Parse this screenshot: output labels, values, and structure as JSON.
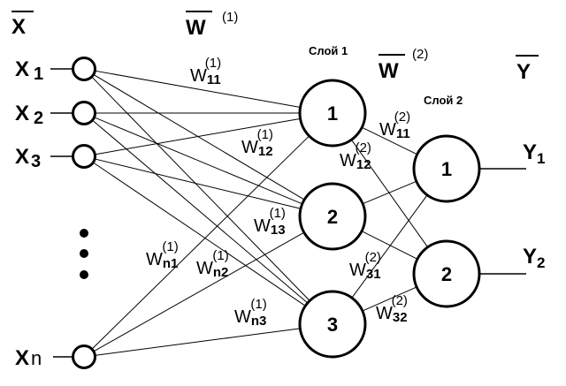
{
  "vectors": {
    "x_label": "X",
    "w1_label": "W",
    "w1_sup": "(1)",
    "w2_label": "W",
    "w2_sup": "(2)",
    "y_label": "Y"
  },
  "layers": {
    "layer1": "Слой 1",
    "layer2": "Слой 2"
  },
  "inputs": [
    {
      "name": "X",
      "index": "1"
    },
    {
      "name": "X",
      "index": "2"
    },
    {
      "name": "X",
      "index": "3"
    },
    {
      "name": "X",
      "index": "n"
    }
  ],
  "hidden_neurons": [
    "1",
    "2",
    "3"
  ],
  "output_neurons": [
    "1",
    "2"
  ],
  "outputs": [
    {
      "name": "Y",
      "index": "1"
    },
    {
      "name": "Y",
      "index": "2"
    }
  ],
  "weights_layer1": [
    {
      "id": "w11",
      "base": "W",
      "sub": "11",
      "sup": "(1)"
    },
    {
      "id": "w12",
      "base": "W",
      "sub": "12",
      "sup": "(1)"
    },
    {
      "id": "w13",
      "base": "W",
      "sub": "13",
      "sup": "(1)"
    },
    {
      "id": "wn1",
      "base": "W",
      "sub": "n1",
      "sup": "(1)"
    },
    {
      "id": "wn2",
      "base": "W",
      "sub": "n2",
      "sup": "(1)"
    },
    {
      "id": "wn3",
      "base": "W",
      "sub": "n3",
      "sup": "(1)"
    }
  ],
  "weights_layer2": [
    {
      "id": "w11",
      "base": "W",
      "sub": "11",
      "sup": "(2)"
    },
    {
      "id": "w12",
      "base": "W",
      "sub": "12",
      "sup": "(2)"
    },
    {
      "id": "w31",
      "base": "W",
      "sub": "31",
      "sup": "(2)"
    },
    {
      "id": "w32",
      "base": "W",
      "sub": "32",
      "sup": "(2)"
    }
  ],
  "ellipsis": "⋮"
}
